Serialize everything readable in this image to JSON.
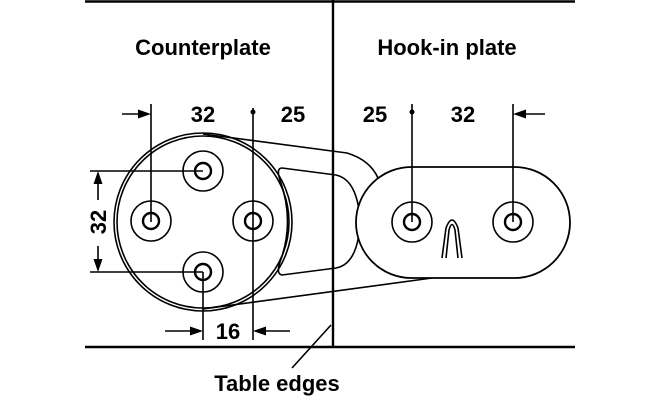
{
  "labels": {
    "counterplate": "Counterplate",
    "hook_in_plate": "Hook-in plate",
    "table_edges": "Table edges"
  },
  "dimensions": {
    "counterplate_hole_spacing_horizontal": "32",
    "counterplate_offset_to_edge": "25",
    "hook_offset_to_edge": "25",
    "hook_hole_spacing": "32",
    "counterplate_hole_spacing_vertical": "32",
    "counterplate_hole_offset": "16"
  }
}
